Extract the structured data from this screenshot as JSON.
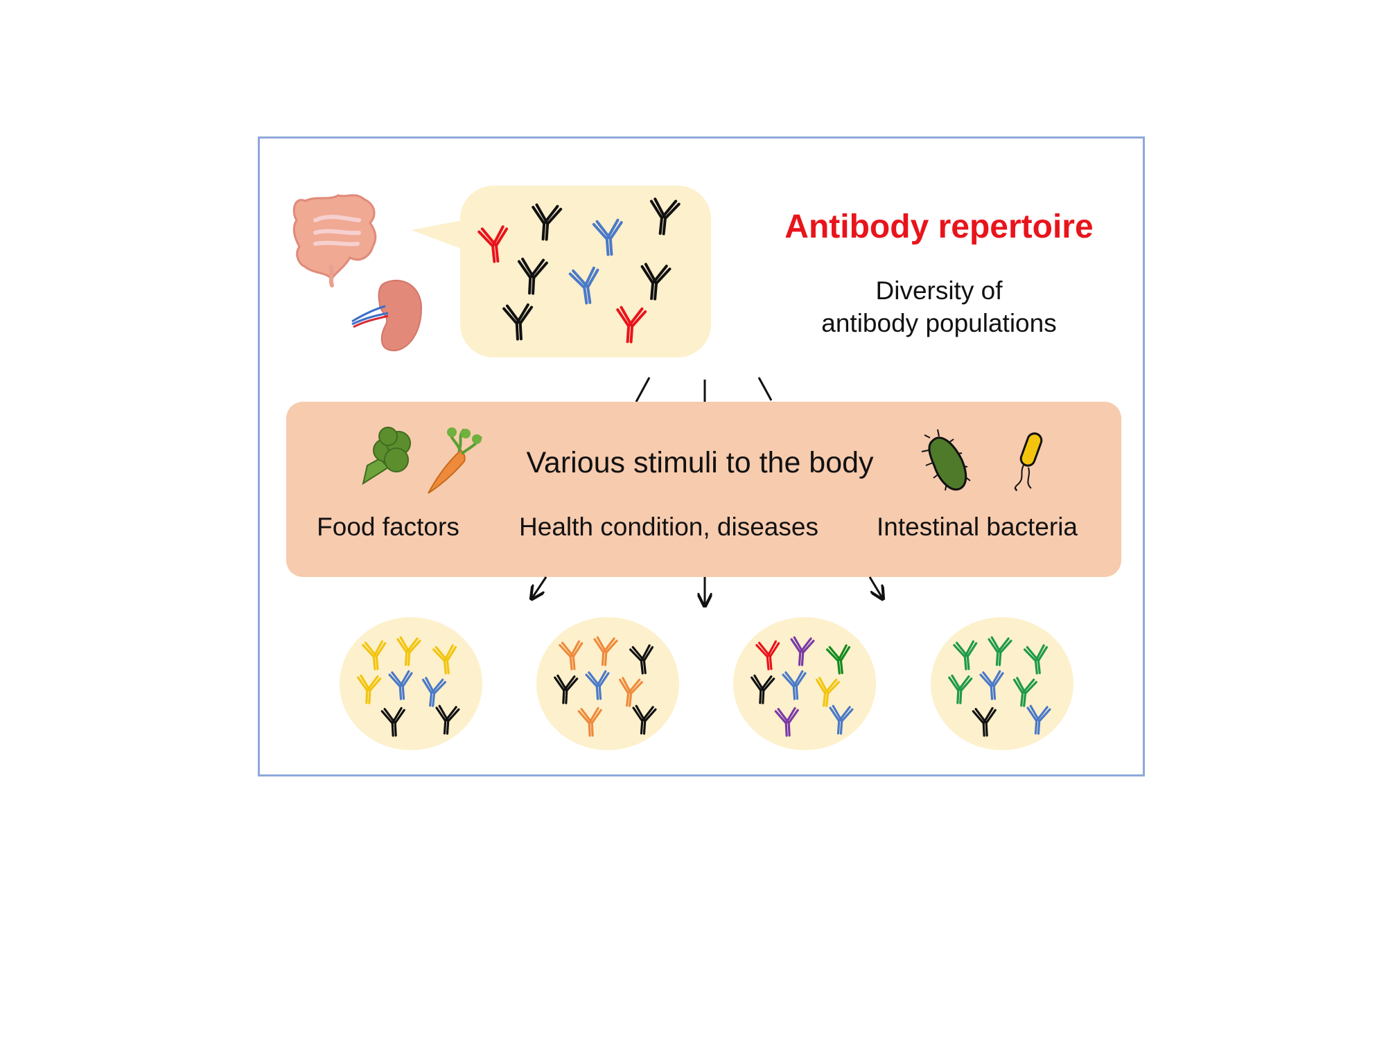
{
  "title": "Antibody repertoire",
  "subtitle_line1": "Diversity of",
  "subtitle_line2": "antibody populations",
  "stimuli_label": "Various stimuli to the body",
  "categories": {
    "food": "Food factors",
    "health": "Health condition, diseases",
    "bacteria": "Intestinal bacteria"
  },
  "icons": [
    "intestine-icon",
    "kidney-icon",
    "broccoli-icon",
    "carrot-icon",
    "rod-bacterium-icon",
    "flagellated-bacterium-icon",
    "antibody-icon",
    "arrow-icon"
  ],
  "colors": {
    "title": "#e8141c",
    "frame": "#8fa8d9",
    "bubble": "#fdf0cc",
    "band": "#f7cbae",
    "ab_black": "#111111",
    "ab_red": "#e8141c",
    "ab_blue": "#4a79c8",
    "ab_yellow": "#f2c40e",
    "ab_orange": "#ee8a3c",
    "ab_purple": "#7a3aa6",
    "ab_green": "#1e9a48",
    "ab_dark_green": "#138a1f"
  },
  "pools": {
    "source": [
      "ab_red",
      "ab_black",
      "ab_blue",
      "ab_black",
      "ab_black",
      "ab_blue",
      "ab_black",
      "ab_black",
      "ab_red"
    ],
    "food": [
      "ab_yellow",
      "ab_yellow",
      "ab_yellow",
      "ab_yellow",
      "ab_blue",
      "ab_blue",
      "ab_black",
      "ab_black"
    ],
    "health": [
      "ab_orange",
      "ab_orange",
      "ab_black",
      "ab_black",
      "ab_blue",
      "ab_orange",
      "ab_orange",
      "ab_black"
    ],
    "mixed": [
      "ab_red",
      "ab_purple",
      "ab_dark_green",
      "ab_black",
      "ab_blue",
      "ab_yellow",
      "ab_purple",
      "ab_blue"
    ],
    "bacteria": [
      "ab_green",
      "ab_green",
      "ab_green",
      "ab_green",
      "ab_blue",
      "ab_green",
      "ab_black",
      "ab_blue"
    ]
  }
}
